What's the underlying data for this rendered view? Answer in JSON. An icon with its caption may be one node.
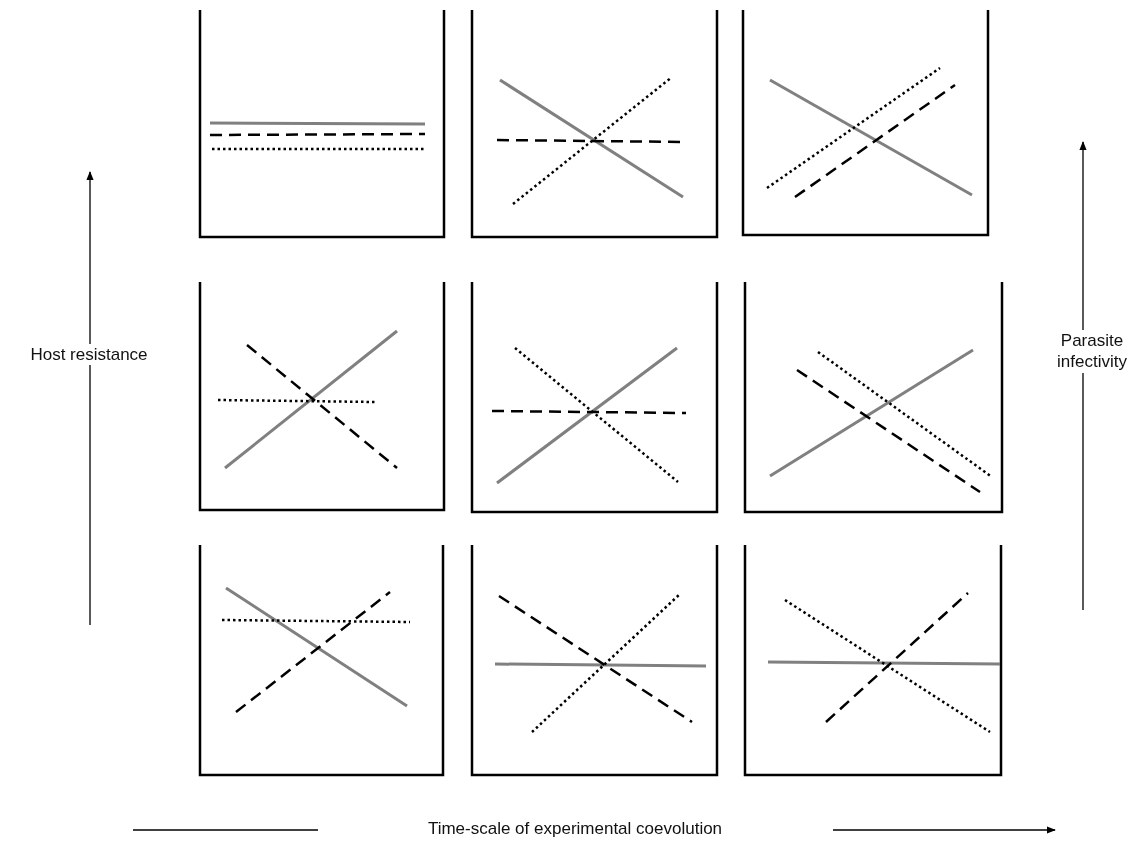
{
  "diagram": {
    "labels": [
      "Host resistance",
      "Parasite infectivity",
      "Time-scale of experimental coevolution"
    ]
  }
}
